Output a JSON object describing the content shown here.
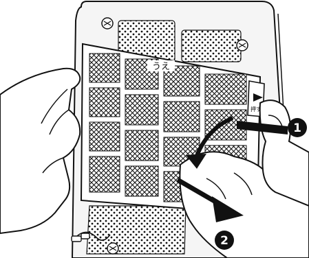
{
  "filter": {
    "top_label": "うえ",
    "push_label": "押す"
  },
  "steps": [
    {
      "number": "1"
    },
    {
      "number": "2"
    }
  ],
  "colors": {
    "ink": "#111111",
    "paper": "#ffffff",
    "hand_fill": "#ffffff",
    "unit_shade": "#f3f3f3"
  },
  "icons": [
    "screw-icon",
    "arrow-icon",
    "cable-icon"
  ]
}
